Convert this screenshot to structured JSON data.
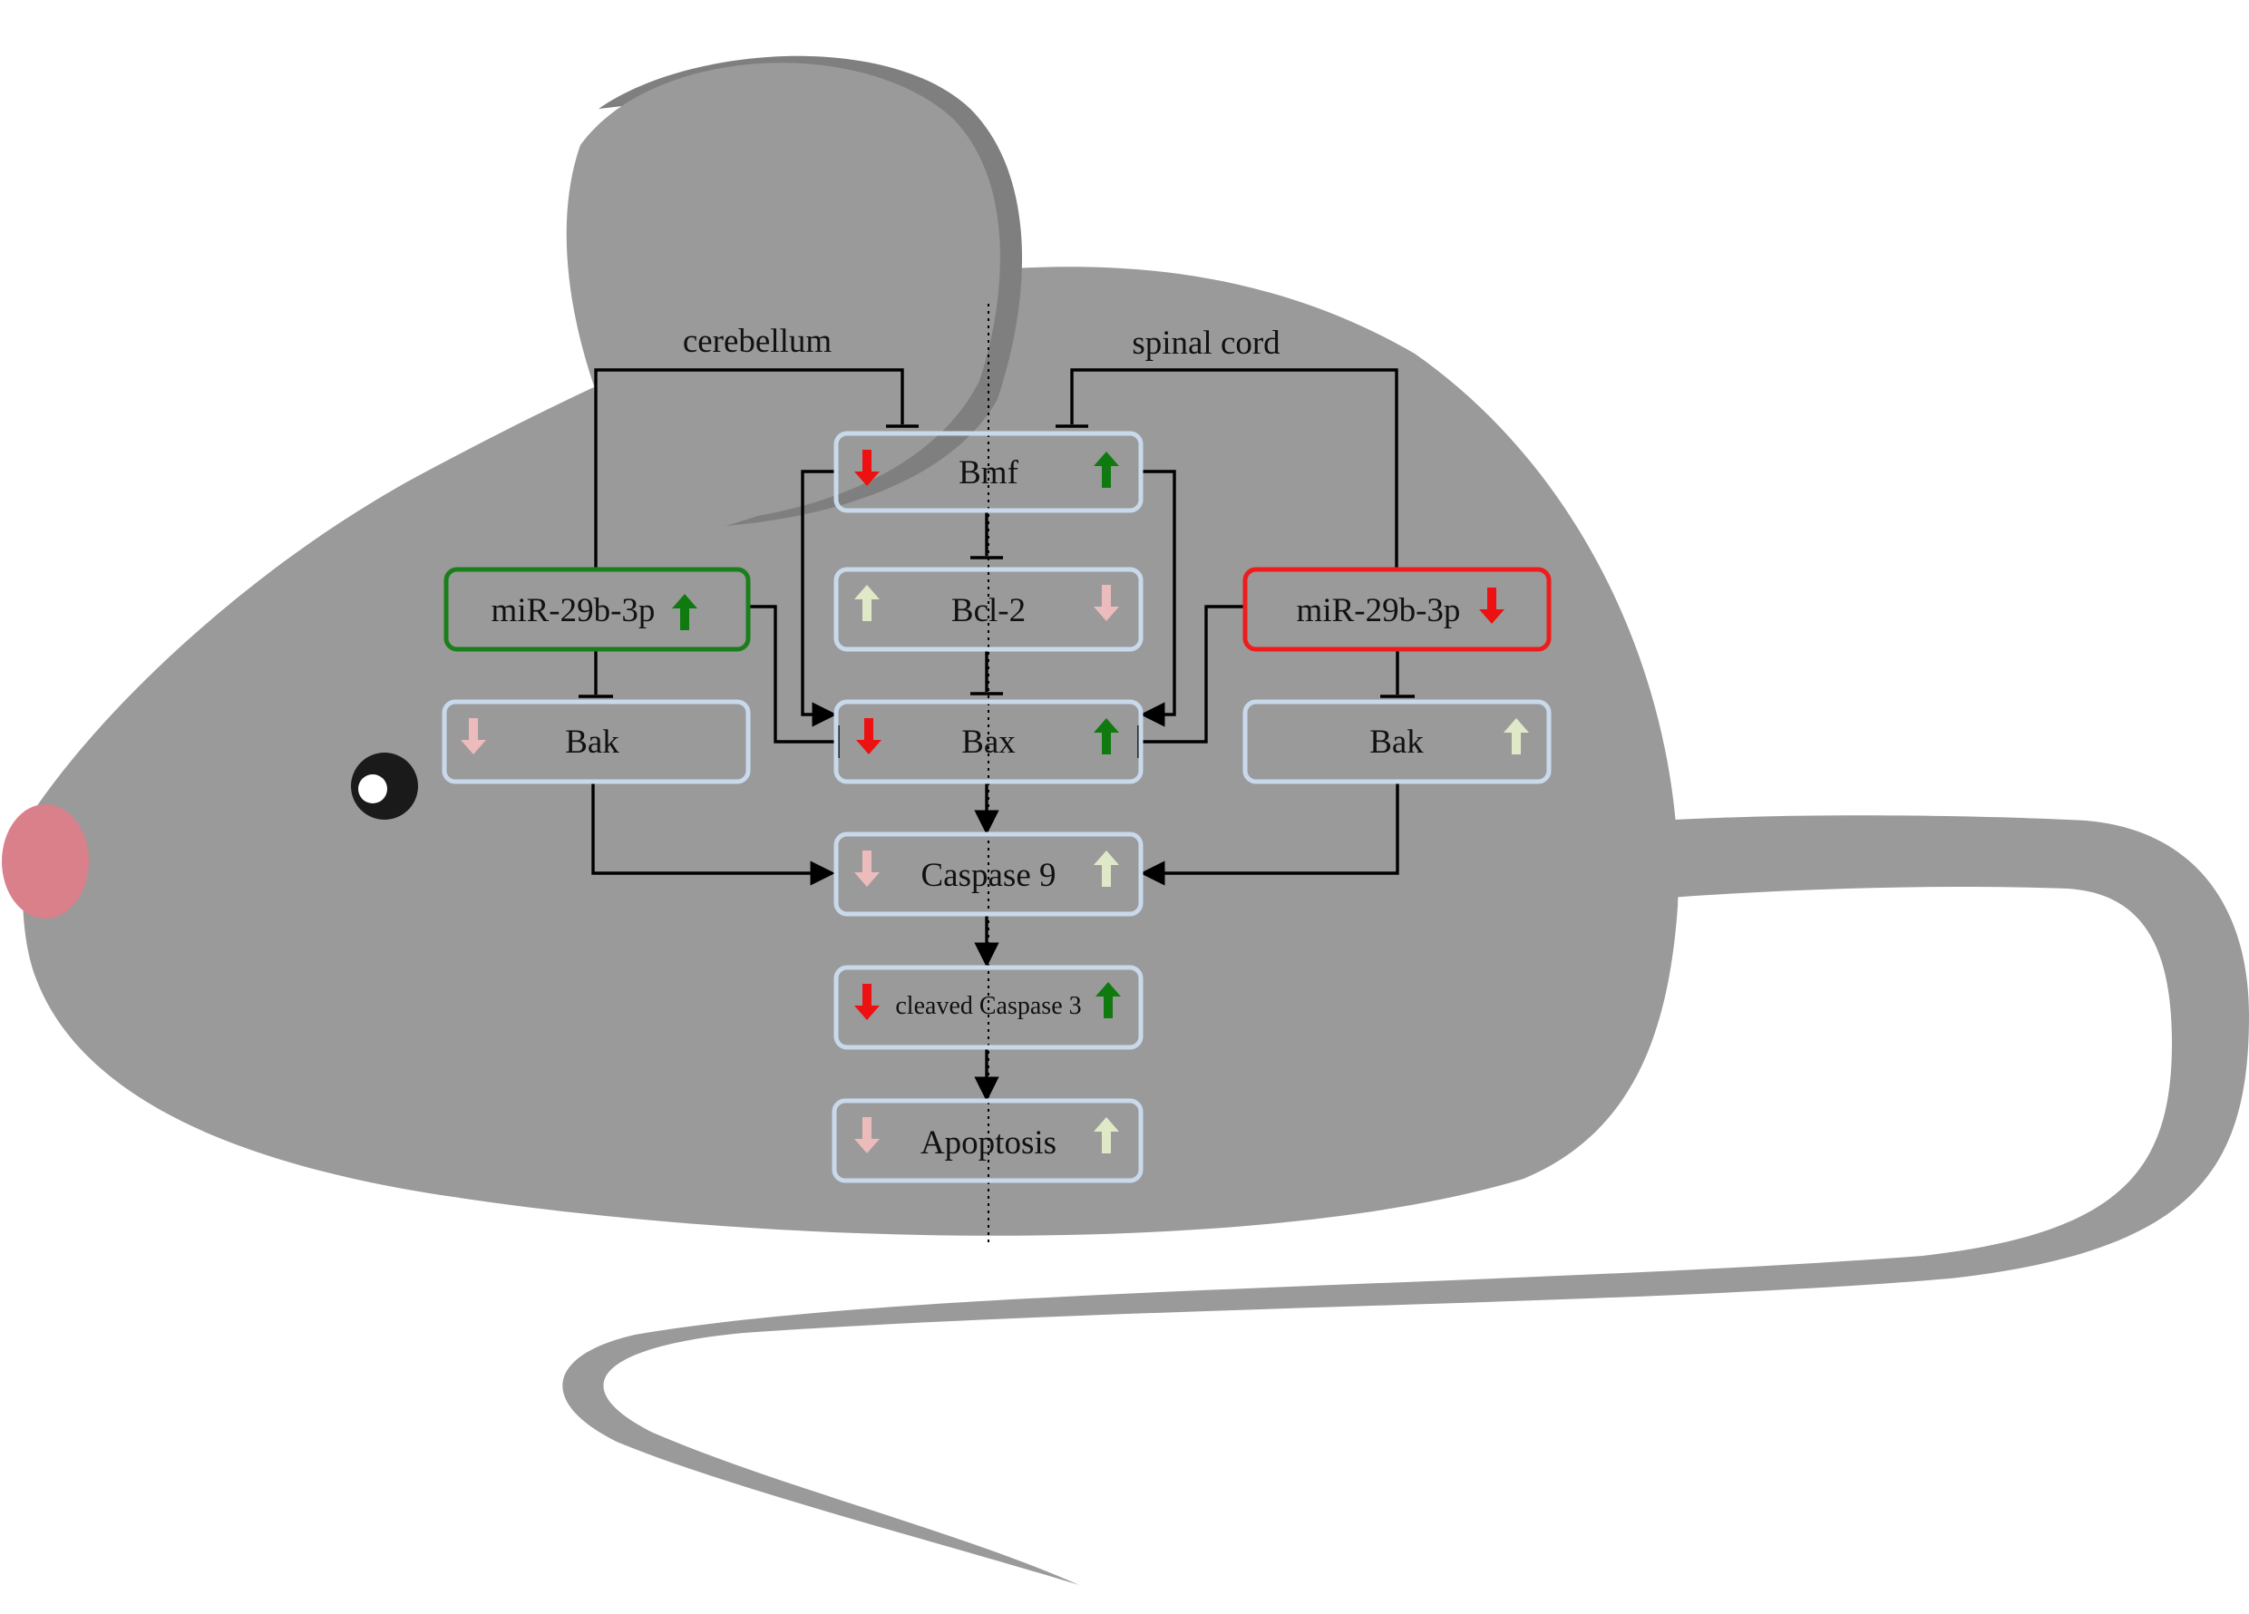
{
  "colors": {
    "body": "#9a9a9a",
    "ear_shadow": "#7f7f7f",
    "nose": "#d9808a",
    "eye": "#1a1a1a",
    "box_default": "#c9d9ec",
    "box_up_regulated": "#1a7f1a",
    "box_down_regulated": "#ee1c1c",
    "arrow_up_strong": "#0f7a10",
    "arrow_down_strong": "#ee1111",
    "arrow_up_light": "#dfe9c8",
    "arrow_down_light": "#ecbcbc",
    "line": "#000000"
  },
  "regions": {
    "left": "cerebellum",
    "right": "spinal cord"
  },
  "nodes": {
    "mir_left": {
      "label": "miR-29b-3p",
      "right_arrow": "up-strong"
    },
    "mir_right": {
      "label": "miR-29b-3p",
      "right_arrow": "down-strong"
    },
    "bak_left": {
      "label": "Bak",
      "left_arrow": "down-light"
    },
    "bak_right": {
      "label": "Bak",
      "right_arrow": "up-light"
    },
    "bmf": {
      "label": "Bmf",
      "left_arrow": "down-strong",
      "right_arrow": "up-strong"
    },
    "bcl2": {
      "label": "Bcl-2",
      "left_arrow": "up-light",
      "right_arrow": "down-light"
    },
    "bax": {
      "label": "Bax",
      "left_arrow": "down-strong",
      "right_arrow": "up-strong"
    },
    "casp9": {
      "label": "Caspase 9",
      "left_arrow": "down-light",
      "right_arrow": "up-light"
    },
    "casp3": {
      "label": "cleaved Caspase 3",
      "left_arrow": "down-strong",
      "right_arrow": "up-strong"
    },
    "apoptosis": {
      "label": "Apoptosis",
      "left_arrow": "down-light",
      "right_arrow": "up-light"
    }
  },
  "edges": [
    {
      "from": "mir_left",
      "to": "bmf",
      "type": "inhibits"
    },
    {
      "from": "mir_right",
      "to": "bmf",
      "type": "inhibits"
    },
    {
      "from": "mir_left",
      "to": "bak_left",
      "type": "inhibits"
    },
    {
      "from": "mir_right",
      "to": "bak_right",
      "type": "inhibits"
    },
    {
      "from": "mir_left",
      "to": "bax",
      "type": "inhibits"
    },
    {
      "from": "mir_right",
      "to": "bax",
      "type": "inhibits"
    },
    {
      "from": "bmf",
      "to": "bcl2",
      "type": "inhibits"
    },
    {
      "from": "bcl2",
      "to": "bax",
      "type": "inhibits"
    },
    {
      "from": "bmf",
      "to": "bax",
      "type": "activates"
    },
    {
      "from": "bax",
      "to": "casp9",
      "type": "activates"
    },
    {
      "from": "bak_left",
      "to": "casp9",
      "type": "activates"
    },
    {
      "from": "bak_right",
      "to": "casp9",
      "type": "activates"
    },
    {
      "from": "casp9",
      "to": "casp3",
      "type": "activates"
    },
    {
      "from": "casp3",
      "to": "apoptosis",
      "type": "activates"
    }
  ]
}
